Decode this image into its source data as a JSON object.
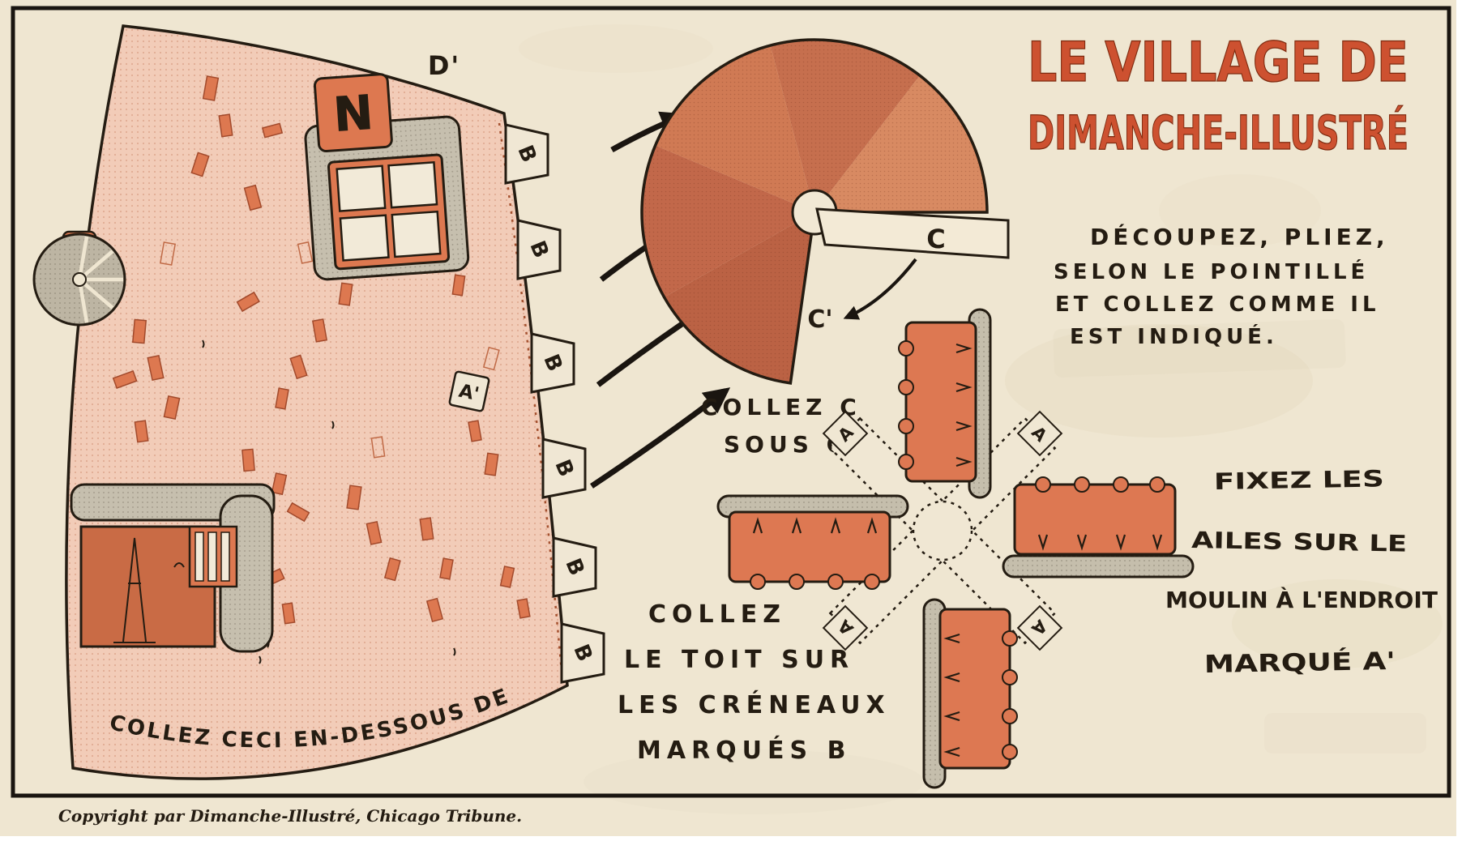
{
  "header": {
    "title_line1": "LE VILLAGE DE",
    "title_line2": "DIMANCHE-ILLUSTRÉ"
  },
  "instructions": {
    "intro_lines": [
      "DÉCOUPEZ, PLIEZ,",
      "SELON LE POINTILLÉ",
      "ET COLLEZ COMME IL",
      "EST INDIQUÉ."
    ],
    "roof_glue_lines": [
      "COLLEZ C",
      "SOUS C'"
    ],
    "tower_glue_lines": [
      "COLLEZ",
      "LE TOIT SUR",
      "LES CRÉNEAUX",
      "MARQUÉS B"
    ],
    "sail_fix_lines": [
      "FIXEZ LES",
      "AILES SUR LE",
      "MOULIN À L'ENDROIT",
      "MARQUÉ A'"
    ],
    "fan_bottom_text": "COLLEZ CECI EN-DESSOUS DE D'"
  },
  "labels": {
    "d_prime": "D'",
    "a_prime": "A'",
    "c": "C",
    "c_prime": "C'",
    "b_tab": "B",
    "a_tip": "A",
    "n_block": "N"
  },
  "footer": {
    "copyright": "Copyright par Dimanche-Illustré, Chicago Tribune."
  },
  "colors": {
    "paper": "#efe6d1",
    "ink": "#241c12",
    "title_orange": "#cd5130",
    "sail_orange": "#dd7852",
    "door_orange": "#c96b45",
    "salmon_light": "#f2ccb8",
    "disc_dark": "#c2684a"
  }
}
